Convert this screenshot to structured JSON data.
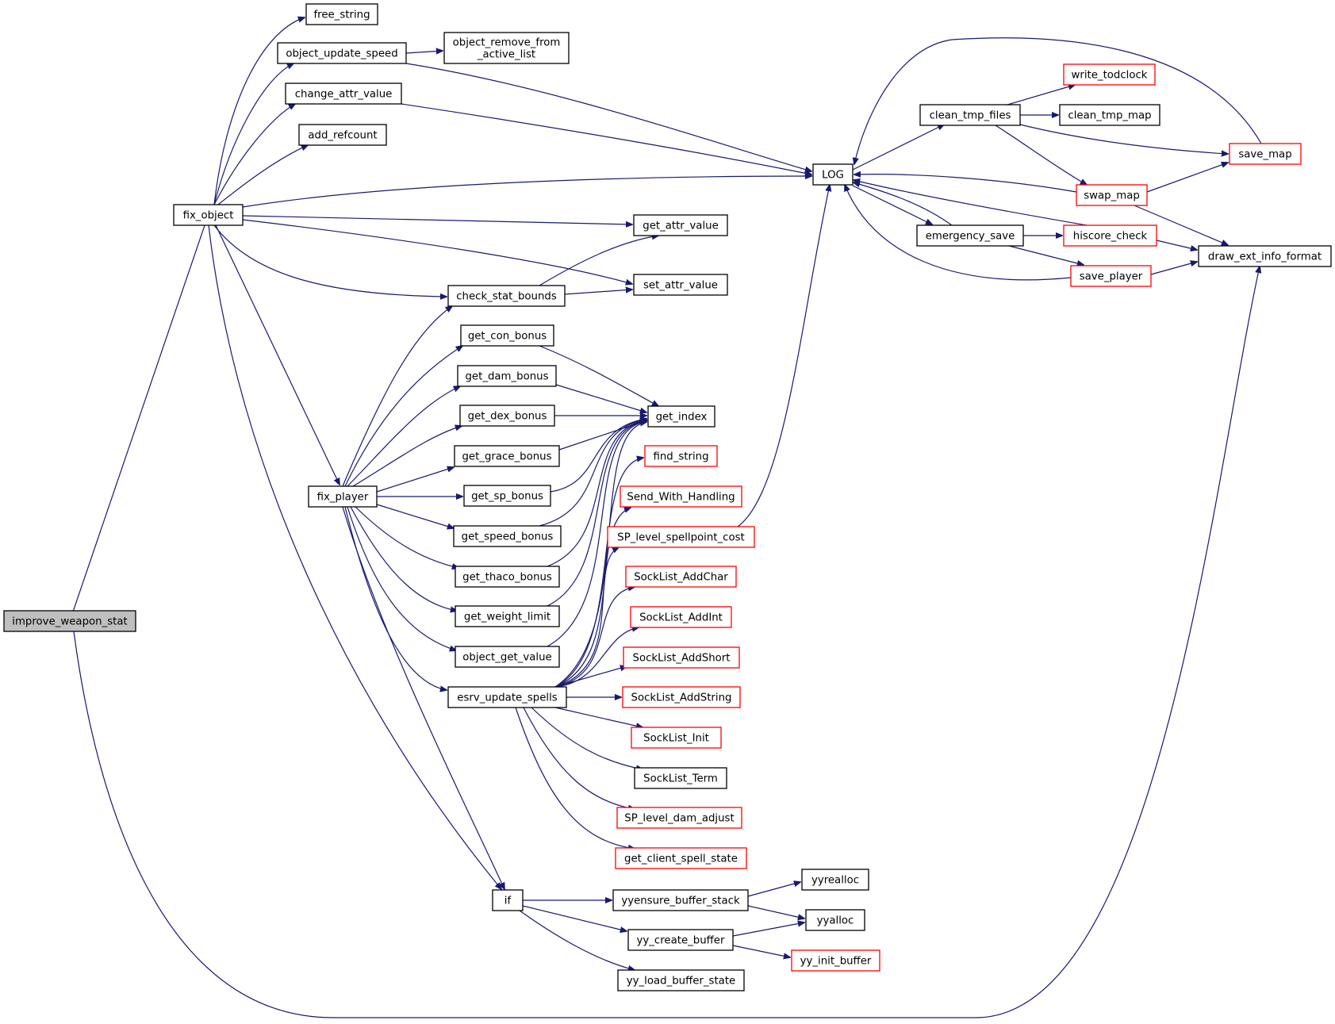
{
  "colors": {
    "edge": "#191970",
    "node_border": "#000000",
    "node_border_incomplete": "#ff0000",
    "node_fill": "#ffffff",
    "root_fill": "#bfbfbf",
    "text": "#000000"
  },
  "nodes": [
    {
      "id": "improve_weapon_stat",
      "lines": [
        "improve_weapon_stat"
      ],
      "style": "root"
    },
    {
      "id": "fix_object",
      "lines": [
        "fix_object"
      ],
      "style": "normal"
    },
    {
      "id": "free_string",
      "lines": [
        "free_string"
      ],
      "style": "normal"
    },
    {
      "id": "object_update_speed",
      "lines": [
        "object_update_speed"
      ],
      "style": "normal"
    },
    {
      "id": "object_remove_from_active_list",
      "lines": [
        "object_remove_from",
        "_active_list"
      ],
      "style": "normal"
    },
    {
      "id": "change_attr_value",
      "lines": [
        "change_attr_value"
      ],
      "style": "normal"
    },
    {
      "id": "add_refcount",
      "lines": [
        "add_refcount"
      ],
      "style": "normal"
    },
    {
      "id": "LOG",
      "lines": [
        "LOG"
      ],
      "style": "normal"
    },
    {
      "id": "clean_tmp_files",
      "lines": [
        "clean_tmp_files"
      ],
      "style": "normal"
    },
    {
      "id": "write_todclock",
      "lines": [
        "write_todclock"
      ],
      "style": "incomplete"
    },
    {
      "id": "clean_tmp_map",
      "lines": [
        "clean_tmp_map"
      ],
      "style": "normal"
    },
    {
      "id": "save_map",
      "lines": [
        "save_map"
      ],
      "style": "incomplete"
    },
    {
      "id": "swap_map",
      "lines": [
        "swap_map"
      ],
      "style": "incomplete"
    },
    {
      "id": "emergency_save",
      "lines": [
        "emergency_save"
      ],
      "style": "normal"
    },
    {
      "id": "hiscore_check",
      "lines": [
        "hiscore_check"
      ],
      "style": "incomplete"
    },
    {
      "id": "save_player",
      "lines": [
        "save_player"
      ],
      "style": "incomplete"
    },
    {
      "id": "draw_ext_info_format",
      "lines": [
        "draw_ext_info_format"
      ],
      "style": "normal"
    },
    {
      "id": "get_attr_value",
      "lines": [
        "get_attr_value"
      ],
      "style": "normal"
    },
    {
      "id": "set_attr_value",
      "lines": [
        "set_attr_value"
      ],
      "style": "normal"
    },
    {
      "id": "check_stat_bounds",
      "lines": [
        "check_stat_bounds"
      ],
      "style": "normal"
    },
    {
      "id": "get_con_bonus",
      "lines": [
        "get_con_bonus"
      ],
      "style": "normal"
    },
    {
      "id": "get_dam_bonus",
      "lines": [
        "get_dam_bonus"
      ],
      "style": "normal"
    },
    {
      "id": "get_dex_bonus",
      "lines": [
        "get_dex_bonus"
      ],
      "style": "normal"
    },
    {
      "id": "get_grace_bonus",
      "lines": [
        "get_grace_bonus"
      ],
      "style": "normal"
    },
    {
      "id": "get_sp_bonus",
      "lines": [
        "get_sp_bonus"
      ],
      "style": "normal"
    },
    {
      "id": "get_speed_bonus",
      "lines": [
        "get_speed_bonus"
      ],
      "style": "normal"
    },
    {
      "id": "get_thaco_bonus",
      "lines": [
        "get_thaco_bonus"
      ],
      "style": "normal"
    },
    {
      "id": "get_weight_limit",
      "lines": [
        "get_weight_limit"
      ],
      "style": "normal"
    },
    {
      "id": "object_get_value",
      "lines": [
        "object_get_value"
      ],
      "style": "normal"
    },
    {
      "id": "esrv_update_spells",
      "lines": [
        "esrv_update_spells"
      ],
      "style": "normal"
    },
    {
      "id": "fix_player",
      "lines": [
        "fix_player"
      ],
      "style": "normal"
    },
    {
      "id": "get_index",
      "lines": [
        "get_index"
      ],
      "style": "normal"
    },
    {
      "id": "find_string",
      "lines": [
        "find_string"
      ],
      "style": "incomplete"
    },
    {
      "id": "Send_With_Handling",
      "lines": [
        "Send_With_Handling"
      ],
      "style": "incomplete"
    },
    {
      "id": "SP_level_spellpoint_cost",
      "lines": [
        "SP_level_spellpoint_cost"
      ],
      "style": "incomplete"
    },
    {
      "id": "SockList_AddChar",
      "lines": [
        "SockList_AddChar"
      ],
      "style": "incomplete"
    },
    {
      "id": "SockList_AddInt",
      "lines": [
        "SockList_AddInt"
      ],
      "style": "incomplete"
    },
    {
      "id": "SockList_AddShort",
      "lines": [
        "SockList_AddShort"
      ],
      "style": "incomplete"
    },
    {
      "id": "SockList_AddString",
      "lines": [
        "SockList_AddString"
      ],
      "style": "incomplete"
    },
    {
      "id": "SockList_Init",
      "lines": [
        "SockList_Init"
      ],
      "style": "incomplete"
    },
    {
      "id": "SockList_Term",
      "lines": [
        "SockList_Term"
      ],
      "style": "normal"
    },
    {
      "id": "SP_level_dam_adjust",
      "lines": [
        "SP_level_dam_adjust"
      ],
      "style": "incomplete"
    },
    {
      "id": "get_client_spell_state",
      "lines": [
        "get_client_spell_state"
      ],
      "style": "incomplete"
    },
    {
      "id": "if",
      "lines": [
        "if"
      ],
      "style": "normal"
    },
    {
      "id": "yyensure_buffer_stack",
      "lines": [
        "yyensure_buffer_stack"
      ],
      "style": "normal"
    },
    {
      "id": "yyrealloc",
      "lines": [
        "yyrealloc"
      ],
      "style": "normal"
    },
    {
      "id": "yyalloc",
      "lines": [
        "yyalloc"
      ],
      "style": "normal"
    },
    {
      "id": "yy_create_buffer",
      "lines": [
        "yy_create_buffer"
      ],
      "style": "normal"
    },
    {
      "id": "yy_init_buffer",
      "lines": [
        "yy_init_buffer"
      ],
      "style": "incomplete"
    },
    {
      "id": "yy_load_buffer_state",
      "lines": [
        "yy_load_buffer_state"
      ],
      "style": "normal"
    }
  ],
  "edges": [
    [
      "improve_weapon_stat",
      "fix_object"
    ],
    [
      "improve_weapon_stat",
      "draw_ext_info_format"
    ],
    [
      "fix_object",
      "free_string"
    ],
    [
      "fix_object",
      "object_update_speed"
    ],
    [
      "fix_object",
      "change_attr_value"
    ],
    [
      "fix_object",
      "add_refcount"
    ],
    [
      "fix_object",
      "LOG"
    ],
    [
      "fix_object",
      "get_attr_value"
    ],
    [
      "fix_object",
      "set_attr_value"
    ],
    [
      "fix_object",
      "check_stat_bounds"
    ],
    [
      "fix_object",
      "fix_player"
    ],
    [
      "fix_object",
      "if"
    ],
    [
      "object_update_speed",
      "object_remove_from_active_list"
    ],
    [
      "object_update_speed",
      "LOG"
    ],
    [
      "change_attr_value",
      "LOG"
    ],
    [
      "LOG",
      "clean_tmp_files"
    ],
    [
      "LOG",
      "emergency_save"
    ],
    [
      "clean_tmp_files",
      "write_todclock"
    ],
    [
      "clean_tmp_files",
      "clean_tmp_map"
    ],
    [
      "clean_tmp_files",
      "save_map"
    ],
    [
      "clean_tmp_files",
      "swap_map"
    ],
    [
      "save_map",
      "LOG"
    ],
    [
      "swap_map",
      "LOG"
    ],
    [
      "swap_map",
      "save_map"
    ],
    [
      "swap_map",
      "draw_ext_info_format"
    ],
    [
      "emergency_save",
      "LOG"
    ],
    [
      "emergency_save",
      "hiscore_check"
    ],
    [
      "emergency_save",
      "save_player"
    ],
    [
      "hiscore_check",
      "LOG"
    ],
    [
      "hiscore_check",
      "draw_ext_info_format"
    ],
    [
      "save_player",
      "LOG"
    ],
    [
      "save_player",
      "draw_ext_info_format"
    ],
    [
      "check_stat_bounds",
      "get_attr_value"
    ],
    [
      "check_stat_bounds",
      "set_attr_value"
    ],
    [
      "fix_player",
      "check_stat_bounds"
    ],
    [
      "fix_player",
      "get_con_bonus"
    ],
    [
      "fix_player",
      "get_dam_bonus"
    ],
    [
      "fix_player",
      "get_dex_bonus"
    ],
    [
      "fix_player",
      "get_grace_bonus"
    ],
    [
      "fix_player",
      "get_sp_bonus"
    ],
    [
      "fix_player",
      "get_speed_bonus"
    ],
    [
      "fix_player",
      "get_thaco_bonus"
    ],
    [
      "fix_player",
      "get_weight_limit"
    ],
    [
      "fix_player",
      "object_get_value"
    ],
    [
      "fix_player",
      "esrv_update_spells"
    ],
    [
      "fix_player",
      "if"
    ],
    [
      "get_con_bonus",
      "get_index"
    ],
    [
      "get_dam_bonus",
      "get_index"
    ],
    [
      "get_dex_bonus",
      "get_index"
    ],
    [
      "get_grace_bonus",
      "get_index"
    ],
    [
      "get_sp_bonus",
      "get_index"
    ],
    [
      "get_speed_bonus",
      "get_index"
    ],
    [
      "get_thaco_bonus",
      "get_index"
    ],
    [
      "get_weight_limit",
      "get_index"
    ],
    [
      "object_get_value",
      "get_index"
    ],
    [
      "esrv_update_spells",
      "get_index"
    ],
    [
      "esrv_update_spells",
      "find_string"
    ],
    [
      "esrv_update_spells",
      "Send_With_Handling"
    ],
    [
      "esrv_update_spells",
      "SP_level_spellpoint_cost"
    ],
    [
      "esrv_update_spells",
      "SockList_AddChar"
    ],
    [
      "esrv_update_spells",
      "SockList_AddInt"
    ],
    [
      "esrv_update_spells",
      "SockList_AddShort"
    ],
    [
      "esrv_update_spells",
      "SockList_AddString"
    ],
    [
      "esrv_update_spells",
      "SockList_Init"
    ],
    [
      "esrv_update_spells",
      "SockList_Term"
    ],
    [
      "esrv_update_spells",
      "SP_level_dam_adjust"
    ],
    [
      "esrv_update_spells",
      "get_client_spell_state"
    ],
    [
      "SP_level_spellpoint_cost",
      "LOG"
    ],
    [
      "if",
      "yyensure_buffer_stack"
    ],
    [
      "if",
      "yy_create_buffer"
    ],
    [
      "if",
      "yy_load_buffer_state"
    ],
    [
      "yyensure_buffer_stack",
      "yyrealloc"
    ],
    [
      "yyensure_buffer_stack",
      "yyalloc"
    ],
    [
      "yy_create_buffer",
      "yyalloc"
    ],
    [
      "yy_create_buffer",
      "yy_init_buffer"
    ]
  ]
}
